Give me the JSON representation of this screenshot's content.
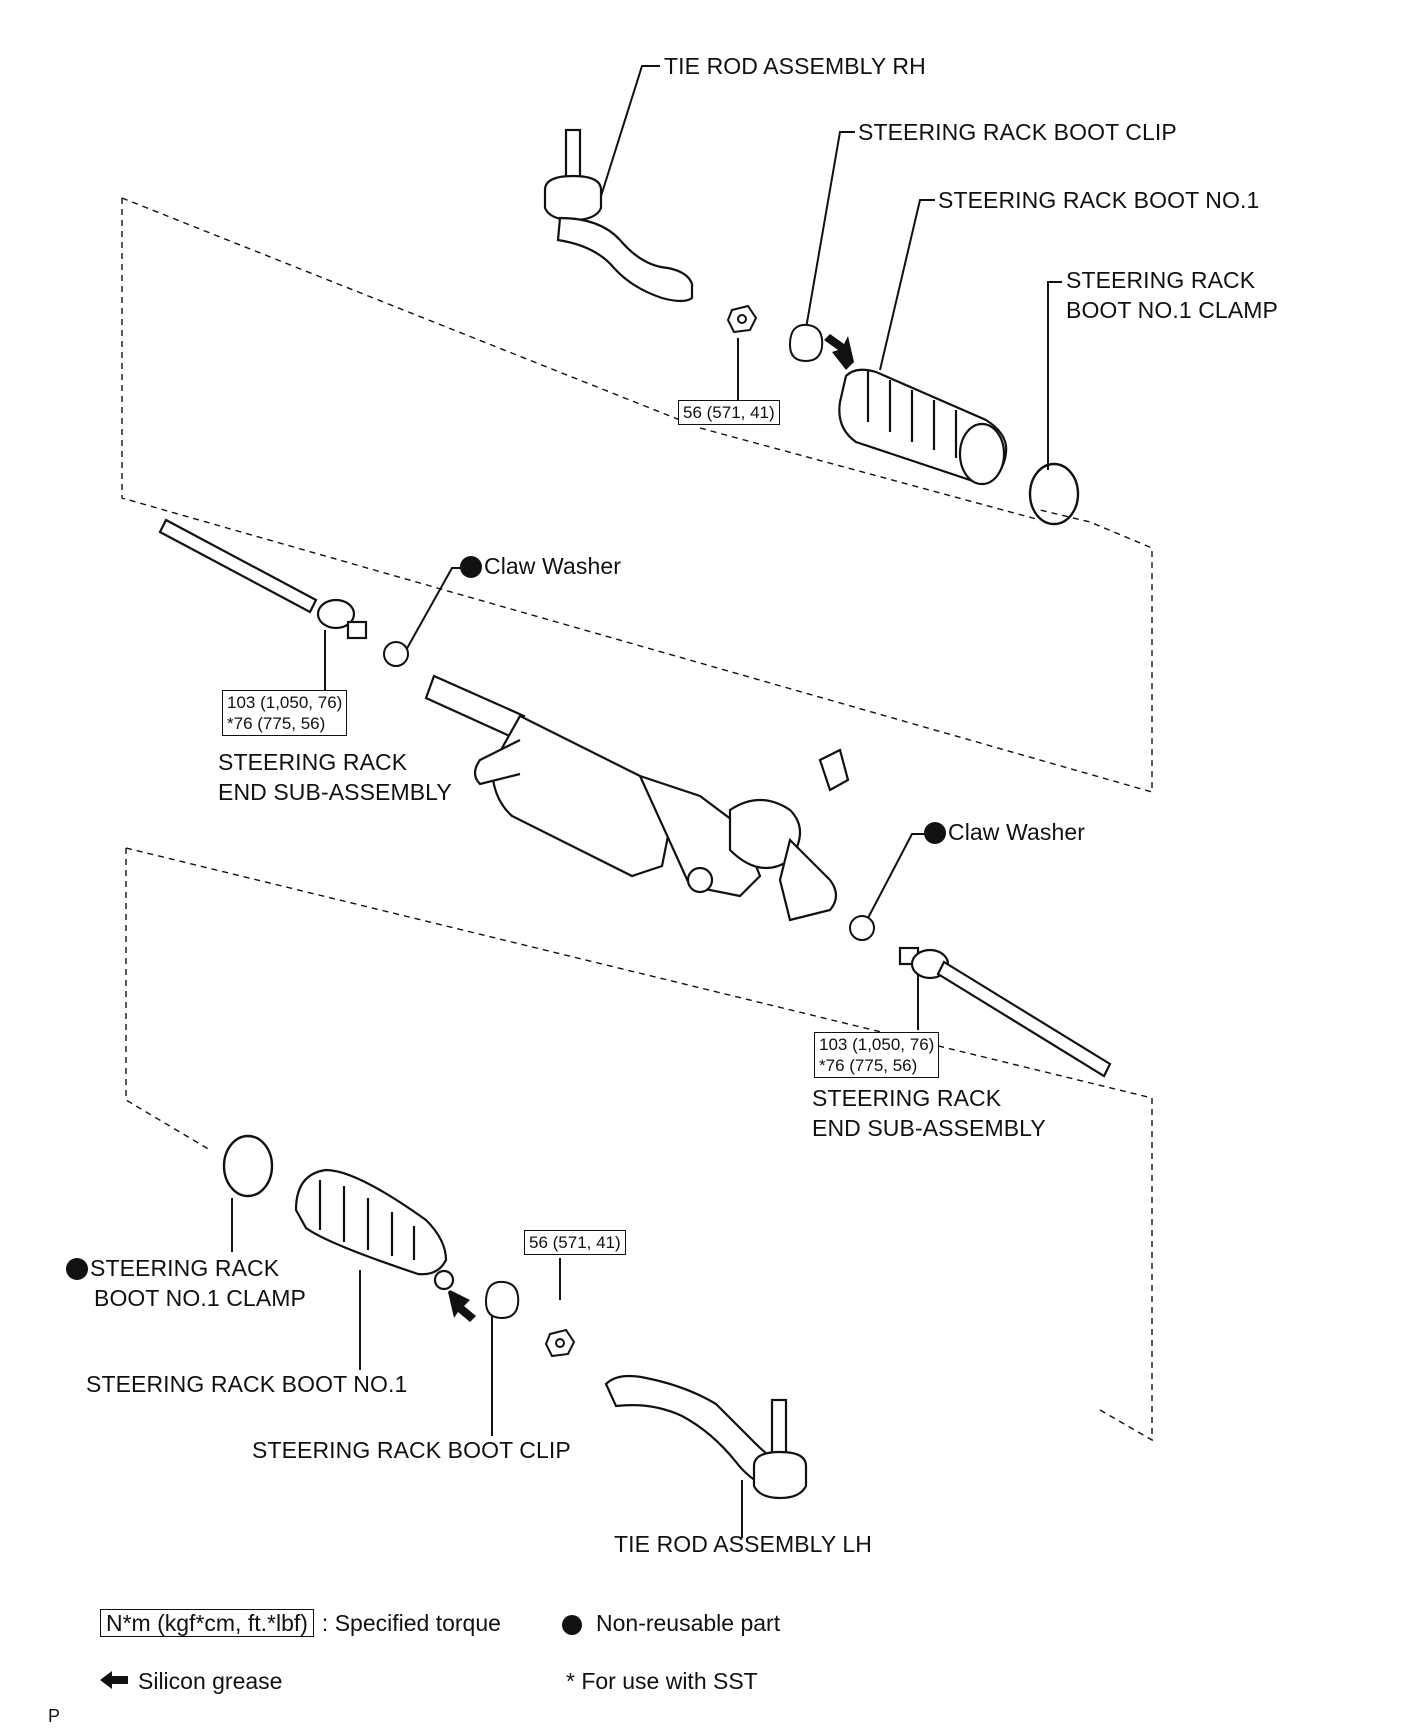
{
  "labels": {
    "tie_rod_rh": "TIE ROD ASSEMBLY RH",
    "boot_clip_top": "STEERING RACK BOOT CLIP",
    "boot_top": "STEERING RACK BOOT NO.1",
    "boot_clamp_top_1": "STEERING RACK",
    "boot_clamp_top_2": "BOOT NO.1 CLAMP",
    "claw_washer_left": "Claw Washer",
    "rack_end_left_1": "STEERING RACK",
    "rack_end_left_2": "END SUB-ASSEMBLY",
    "claw_washer_right": "Claw Washer",
    "rack_end_right_1": "STEERING RACK",
    "rack_end_right_2": "END SUB-ASSEMBLY",
    "boot_clamp_bottom_1": "STEERING RACK",
    "boot_clamp_bottom_2": "BOOT NO.1 CLAMP",
    "boot_bottom": "STEERING RACK BOOT NO.1",
    "boot_clip_bottom": "STEERING RACK BOOT CLIP",
    "tie_rod_lh": "TIE ROD ASSEMBLY LH",
    "page_mark": "P"
  },
  "torque": {
    "nut_top": "56 (571, 41)",
    "rack_end_left_1": "103 (1,050, 76)",
    "rack_end_left_2": "*76 (775, 56)",
    "rack_end_right_1": "103 (1,050, 76)",
    "rack_end_right_2": "*76 (775, 56)",
    "nut_bottom": "56 (571, 41)"
  },
  "legend": {
    "torque_box": "N*m (kgf*cm, ft.*lbf)",
    "torque_text": ": Specified torque",
    "nonreusable_text": "Non-reusable part",
    "grease_text": "Silicon grease",
    "sst_text": "* For use with SST"
  }
}
